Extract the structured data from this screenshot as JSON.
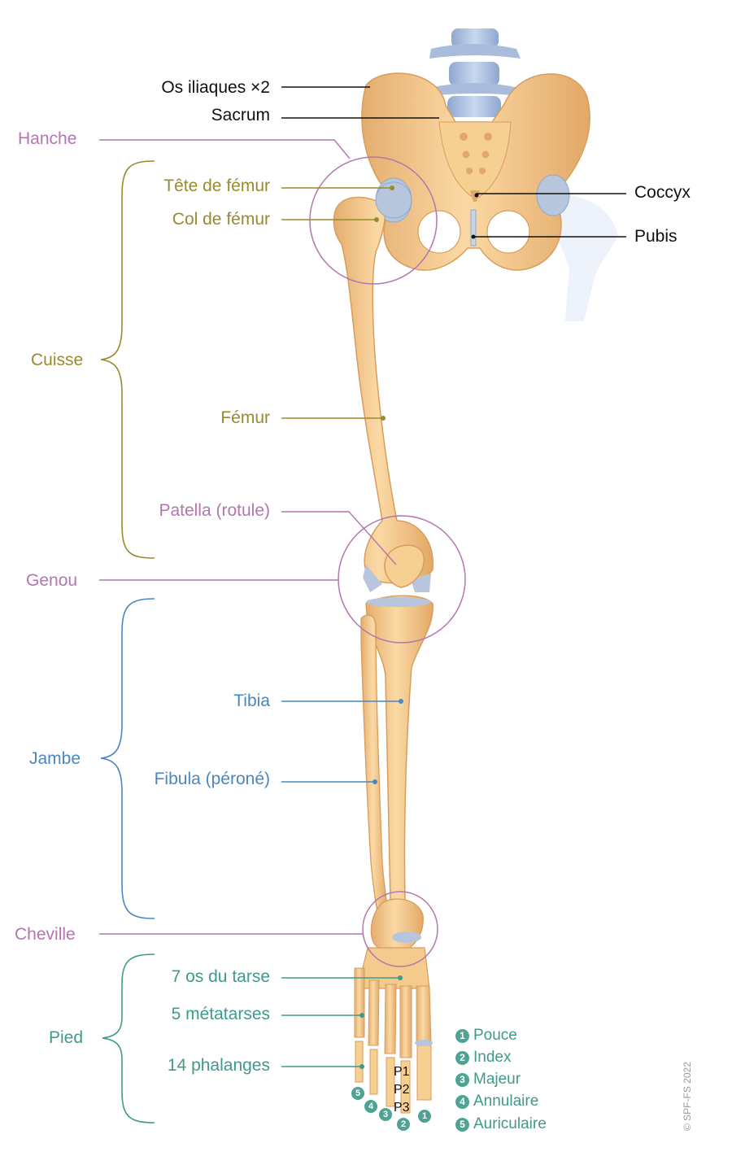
{
  "labels": {
    "os_iliaques": "Os iliaques ×2",
    "sacrum": "Sacrum",
    "coccyx": "Coccyx",
    "pubis": "Pubis",
    "hanche": "Hanche",
    "tete_femur": "Tête de fémur",
    "col_femur": "Col de fémur",
    "cuisse": "Cuisse",
    "femur": "Fémur",
    "patella": "Patella (rotule)",
    "genou": "Genou",
    "tibia": "Tibia",
    "jambe": "Jambe",
    "fibula": "Fibula (péroné)",
    "cheville": "Cheville",
    "tarse": "7 os du tarse",
    "metatarses": "5 métatarses",
    "pied": "Pied",
    "phalanges": "14 phalanges"
  },
  "toes": [
    {
      "num": "1",
      "name": "Pouce"
    },
    {
      "num": "2",
      "name": "Index"
    },
    {
      "num": "3",
      "name": "Majeur"
    },
    {
      "num": "4",
      "name": "Annulaire"
    },
    {
      "num": "5",
      "name": "Auriculaire"
    }
  ],
  "phalanx_labels": [
    "P1",
    "P2",
    "P3"
  ],
  "copyright": "© SPF-FS 2022",
  "colors": {
    "bone": "#f3c98c",
    "bone_dark": "#dca063",
    "cartilage": "#b7c6dc",
    "black": "#111111",
    "pink": "#b276b0",
    "olive": "#9a8a2e",
    "blue": "#4a86c1",
    "teal": "#3f9a8a"
  }
}
